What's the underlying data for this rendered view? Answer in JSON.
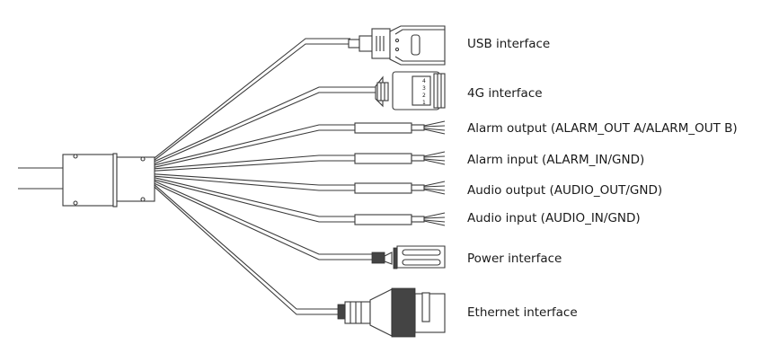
{
  "diagram": {
    "labels": {
      "usb": "USB interface",
      "g4": "4G interface",
      "alarm_out": "Alarm output (ALARM_OUT A/ALARM_OUT B)",
      "alarm_in": "Alarm input (ALARM_IN/GND)",
      "audio_out": "Audio output (AUDIO_OUT/GND)",
      "audio_in": "Audio input (AUDIO_IN/GND)",
      "power": "Power interface",
      "ethernet": "Ethernet interface"
    },
    "connector_4g_pins": [
      "4",
      "3",
      "2",
      "1"
    ]
  }
}
